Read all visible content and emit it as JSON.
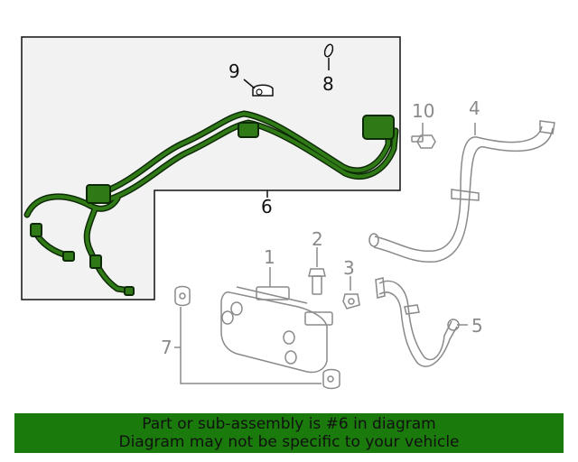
{
  "callouts": {
    "c1": "1",
    "c2": "2",
    "c3": "3",
    "c4": "4",
    "c5": "5",
    "c6": "6",
    "c7": "7",
    "c8": "8",
    "c9": "9",
    "c10": "10"
  },
  "highlighted_part": "6",
  "banner": {
    "line1": "Part or sub-assembly is #6 in diagram",
    "line2": "Diagram may not be specific to your vehicle"
  },
  "colors": {
    "highlight_green": "#1f5e10",
    "banner_green": "#1a7a0c",
    "muted_gray": "#8a8a8a",
    "panel_bg": "#f2f2f2"
  }
}
